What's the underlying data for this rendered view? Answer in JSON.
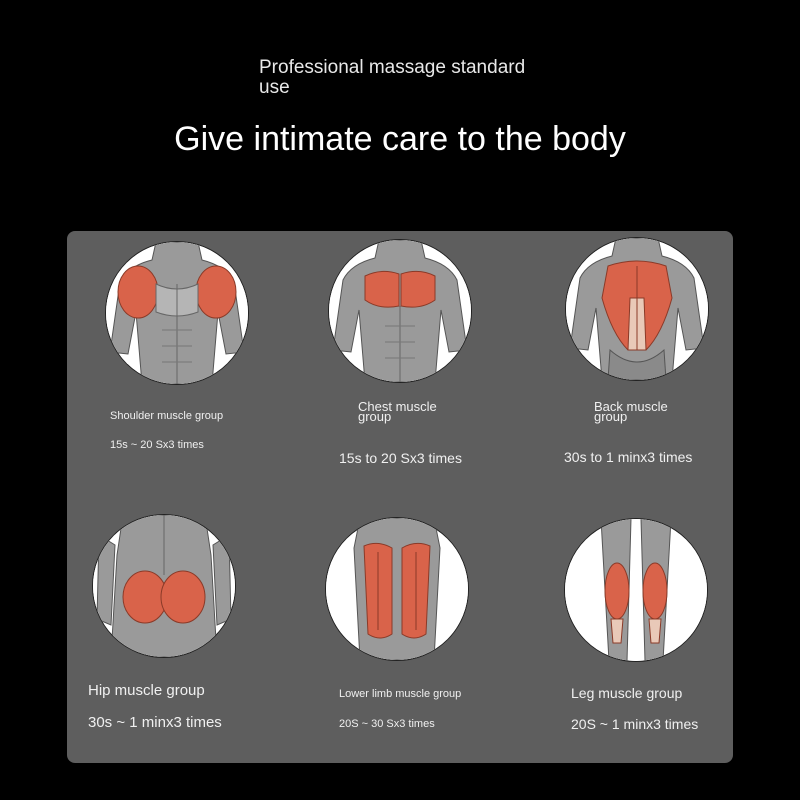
{
  "header": {
    "subtitle": "Professional massage standard use",
    "title": "Give intimate care to the body"
  },
  "muscle_groups": [
    {
      "name": "Shoulder muscle group",
      "timing": "15s ~ 20 Sx3 times",
      "highlight_color": "#d9634a"
    },
    {
      "name": "Chest muscle group",
      "timing": "15s to 20 Sx3 times",
      "highlight_color": "#d9634a"
    },
    {
      "name": "Back muscle group",
      "timing": "30s to 1 minx3 times",
      "highlight_color": "#d9634a"
    },
    {
      "name": "Hip muscle group",
      "timing": "30s ~ 1 minx3 times",
      "highlight_color": "#d9634a"
    },
    {
      "name": "Lower limb muscle group",
      "timing": "20S ~ 30 Sx3 times",
      "highlight_color": "#d9634a"
    },
    {
      "name": "Leg muscle group",
      "timing": "20S ~ 1 minx3 times",
      "highlight_color": "#d9634a"
    }
  ],
  "colors": {
    "background": "#000000",
    "panel": "#5e5e5e",
    "muscle_gray": "#a9a9a9",
    "muscle_highlight": "#d9634a"
  }
}
